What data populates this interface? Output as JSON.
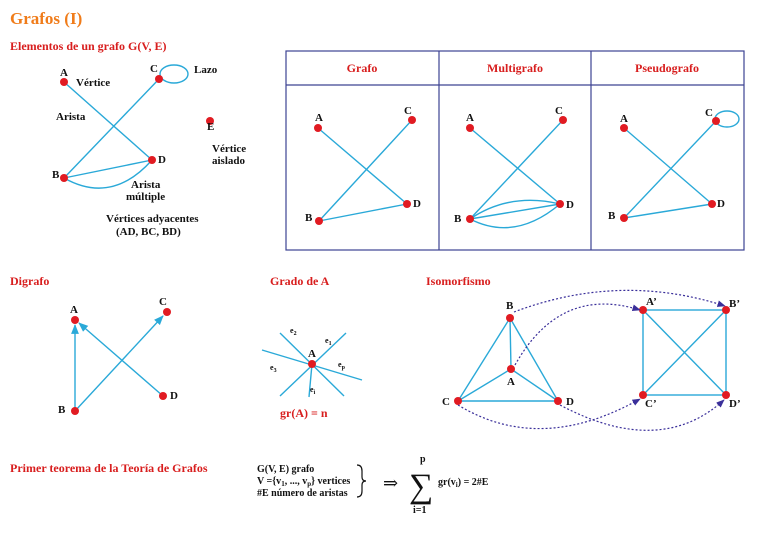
{
  "title": "Grafos (I)",
  "colors": {
    "accent": "#f07c1a",
    "heading": "#d81e1e",
    "edge": "#2aa9d8",
    "node": "#e11b22",
    "frame": "#3d4392",
    "iso_arrow": "#3a2f9a"
  },
  "elements": {
    "heading": "Elementos de un grafo G(V, E)",
    "labels": {
      "A": "A",
      "B": "B",
      "C": "C",
      "D": "D",
      "E": "E",
      "vertice": "Vértice",
      "arista": "Arista",
      "lazo": "Lazo",
      "aislado_1": "Vértice",
      "aislado_2": "aislado",
      "multiple_1": "Arista",
      "multiple_2": "múltiple",
      "adyacentes_1": "Vértices adyacentes",
      "adyacentes_2": "(AD, BC, BD)"
    }
  },
  "table": {
    "headers": [
      "Grafo",
      "Multigrafo",
      "Pseudografo"
    ],
    "vertex_labels": [
      "A",
      "B",
      "C",
      "D"
    ]
  },
  "digrafo": {
    "heading": "Digrafo",
    "labels": [
      "A",
      "B",
      "C",
      "D"
    ]
  },
  "grado": {
    "heading": "Grado de A",
    "center": "A",
    "edges": [
      "e",
      "e",
      "e",
      "e",
      "e"
    ],
    "subs": [
      "2",
      "1",
      "3",
      "p",
      "i"
    ],
    "formula": "gr(A) = n"
  },
  "isomorfismo": {
    "heading": "Isomorfismo",
    "left": [
      "A",
      "B",
      "C",
      "D"
    ],
    "right": [
      "A’",
      "B’",
      "C’",
      "D’"
    ]
  },
  "teorema": {
    "heading": "Primer teorema de la Teoría de Grafos",
    "line1": "G(V, E) grafo",
    "line2_a": "V ={v",
    "line2_s1": "1",
    "line2_b": ", ..., v",
    "line2_s2": "p",
    "line2_c": "} vertices",
    "line3": "#E número de aristas",
    "arrow": "⇒",
    "sum_top": "p",
    "sum_sym": "∑",
    "sum_bottom": "i=1",
    "rhs_a": "gr(v",
    "rhs_s": "i",
    "rhs_b": ") = 2#E"
  }
}
